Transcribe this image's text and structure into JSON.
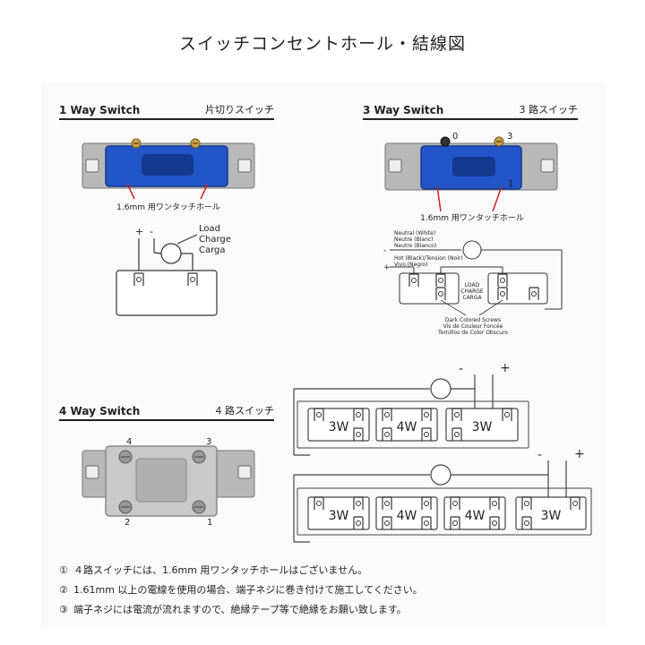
{
  "title": "スイッチコンセントホール・結線図",
  "sections": {
    "one_way": {
      "title_en": "1 Way Switch",
      "title_jp": "片切りスイッチ",
      "hole_label": "1.6mm 用ワンタッチホール",
      "minus": "-",
      "plus": "+",
      "load": "Load",
      "charge": "Charge",
      "carga": "Carga"
    },
    "three_way": {
      "title_en": "3 Way Switch",
      "title_jp": "3 路スイッチ",
      "terminal_0": "0",
      "terminal_3": "3",
      "terminal_1": "1",
      "hole_label": "1.6mm 用ワンタッチホール",
      "neutral_1": "Neutral (White)",
      "neutral_2": "Neutre (Blanc)",
      "neutral_3": "Neutro (Blanco)",
      "minus": "-",
      "plus": "+",
      "hot_1": "Hot (Black)/Tension (Noir)",
      "hot_2": "Vivo (Negro)",
      "load_1": "LOAD",
      "load_2": "CHARGE",
      "load_3": "CARGA",
      "screws_1": "Dark Colored Screws",
      "screws_2": "Vis de Couleur Foncée",
      "screws_3": "Tornillos de Color Obscuro"
    },
    "four_way": {
      "title_en": "4 Way Switch",
      "title_jp": "4 路スイッチ",
      "terminal_4": "4",
      "terminal_3": "3",
      "terminal_2": "2",
      "terminal_1": "1"
    },
    "wiring": {
      "row1": {
        "minus": "-",
        "plus": "+",
        "boxes": [
          "3W",
          "4W",
          "3W"
        ]
      },
      "row2": {
        "minus": "-",
        "plus": "+",
        "boxes": [
          "3W",
          "4W",
          "4W",
          "3W"
        ]
      }
    }
  },
  "notes": [
    {
      "num": "①",
      "text": "４路スイッチには、1.6mm 用ワンタッチホールはございません。"
    },
    {
      "num": "②",
      "text": "1.61mm 以上の電線を使用の場合、端子ネジに巻き付けて施工してください。"
    },
    {
      "num": "③",
      "text": "端子ネジには電流が流れますので、絶縁テープ等で絶縁をお願い致します。"
    }
  ],
  "colors": {
    "switch_blue": "#2255c8",
    "switch_grey": "#c9c9c9",
    "mount_metal": "#b8b8b8",
    "brass": "#c9a24a",
    "red_wire": "#cc2222"
  }
}
